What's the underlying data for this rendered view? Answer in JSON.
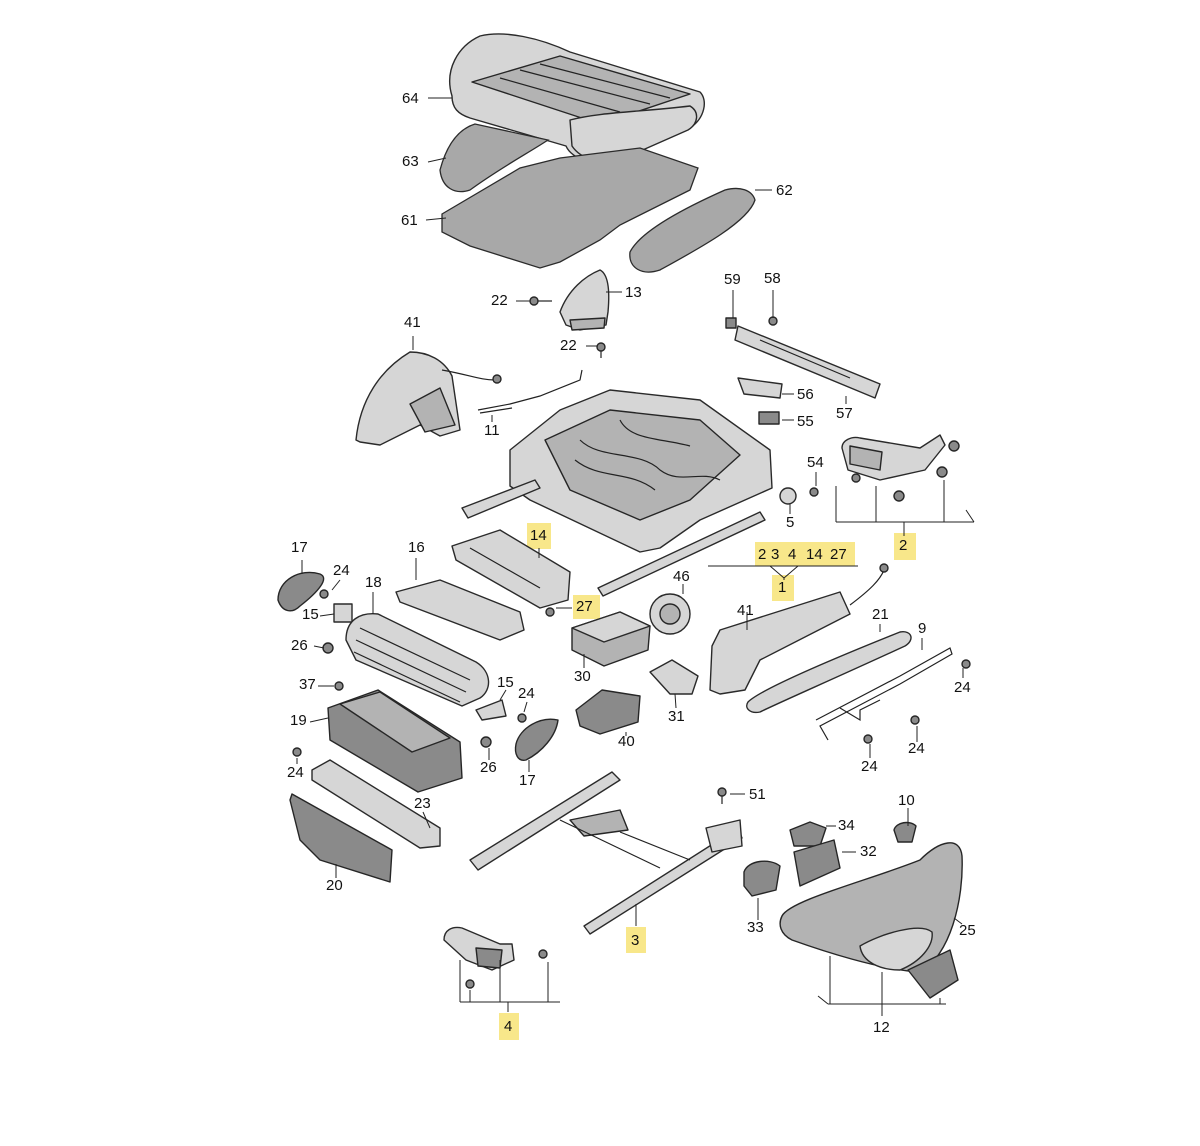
{
  "labels": {
    "l64": "64",
    "l63": "63",
    "l61": "61",
    "l62": "62",
    "l22a": "22",
    "l13": "13",
    "l22b": "22",
    "l41a": "41",
    "l11": "11",
    "l59": "59",
    "l58": "58",
    "l56": "56",
    "l57": "57",
    "l55": "55",
    "l54": "54",
    "l5": "5",
    "l2": "2",
    "l17a": "17",
    "l24a": "24",
    "l16": "16",
    "l14": "14",
    "l18": "18",
    "l15a": "15",
    "l26a": "26",
    "l27": "27",
    "l1_2": "2",
    "l1_3": "3",
    "l1_4": "4",
    "l1_14": "14",
    "l1_27": "27",
    "l1": "1",
    "l46": "46",
    "l41b": "41",
    "l21": "21",
    "l9": "9",
    "l24b": "24",
    "l30": "30",
    "l37": "37",
    "l15b": "15",
    "l24c": "24",
    "l19": "19",
    "l31": "31",
    "l40": "40",
    "l26b": "26",
    "l24d": "24",
    "l24e": "24",
    "l24f": "24",
    "l23": "23",
    "l17b": "17",
    "l51": "51",
    "l10": "10",
    "l34": "34",
    "l32": "32",
    "l20": "20",
    "l33": "33",
    "l25": "25",
    "l3": "3",
    "l4": "4",
    "l12": "12"
  },
  "highlight_color": "#f8e78a"
}
